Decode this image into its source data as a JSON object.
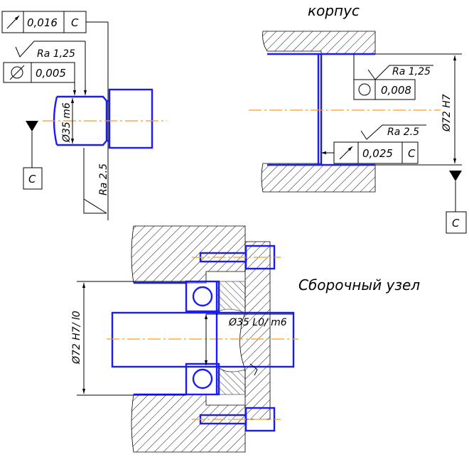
{
  "titles": {
    "housing": "корпус",
    "assembly": "Сборочный узел"
  },
  "shaft": {
    "runout_tolerance": "0,016",
    "runout_datum": "C",
    "roughness_top": "Ra 1,25",
    "cylindricity_tolerance": "0,005",
    "diameter_label": "Ø35 m6",
    "roughness_side": "Ra 2.5",
    "datum_label": "C"
  },
  "housing": {
    "roughness_bore": "Ra 1,25",
    "cylindricity_tolerance": "0,008",
    "roughness_shoulder": "Ra 2.5",
    "runout_tolerance": "0,025",
    "runout_datum": "C",
    "diameter_label": "Ø72 H7",
    "datum_label": "C"
  },
  "assembly": {
    "fit_outer": "Ø72 H7/ l0",
    "fit_inner": "Ø35 L0/ m6"
  },
  "colors": {
    "contour": "#1a1aff",
    "axis": "#ff9a1a",
    "lines": "#000000"
  }
}
